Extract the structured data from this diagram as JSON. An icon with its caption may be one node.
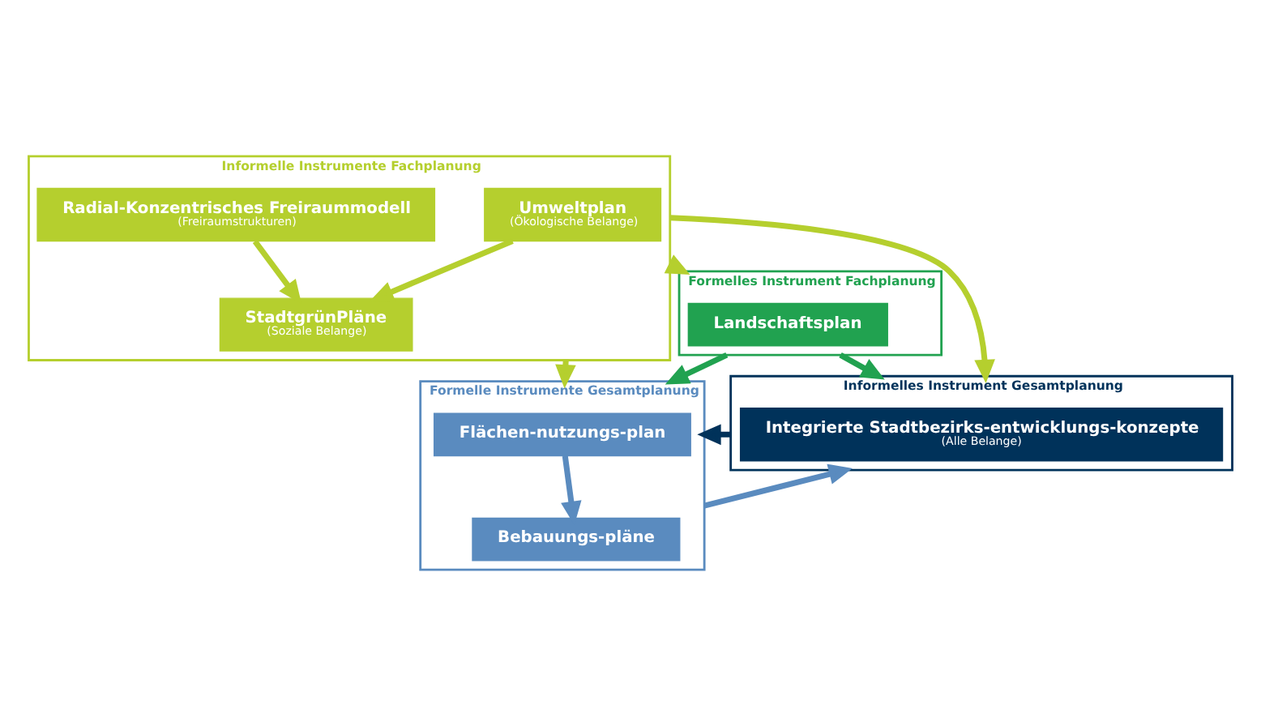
{
  "diagram": {
    "nodes": [
      {
        "text": [
          "Formelle Instrumente Gesamtplanung"
        ]
      },
      {
        "text": [
          "Flächen-nutzungs-plan"
        ],
        "in": 0
      },
      {
        "text": [
          "Bebauungs-pläne"
        ],
        "in": 0
      },
      {
        "text": [
          "Informelles Instrument Gesamtplanung"
        ]
      },
      {
        "text": [
          "Integrierte Stadtbezirks-entwicklungs-konzepte",
          "(Alle Belange)"
        ],
        "in": 3
      },
      {
        "text": [
          "Informelle Instrumente Fachplanung"
        ]
      },
      {
        "text": [
          "Radial-Konzentrisches Freiraummodell",
          "(Freiraumstrukturen)"
        ],
        "in": 5
      },
      {
        "text": [
          "StadtgrünPläne",
          "(Soziale Belange)"
        ],
        "in": 5
      },
      {
        "text": [
          "Umweltplan",
          "(Ökologische Belange)"
        ],
        "in": 5
      },
      {
        "text": [
          "Formelles Instrument Fachplanung"
        ]
      },
      {
        "text": [
          "Landschaftsplan"
        ],
        "in": 9
      }
    ],
    "edges": [
      {
        "from": 0,
        "to": 3,
        "arrow": "to",
        "color": "#5a8bbf"
      },
      {
        "from": 3,
        "to": 0,
        "arrow": "to",
        "color": "#00325a"
      },
      {
        "from": 5,
        "to": 3,
        "arrow": "to"
      },
      {
        "from": 1,
        "to": 2,
        "arrow": "to",
        "color": "#5a8bbf"
      },
      {
        "from": 6,
        "to": 7,
        "arrow": "to"
      },
      {
        "from": 8,
        "to": 7,
        "arrow": "to"
      },
      {
        "from": 5,
        "to": 0,
        "arrow": "to"
      },
      {
        "from": 9,
        "to": 3,
        "arrow": "to",
        "color": "#21a250"
      },
      {
        "from": 9,
        "to": 0,
        "arrow": "to",
        "color": "#21a250"
      },
      {
        "from": 5,
        "to": 9,
        "arrow": "to"
      }
    ]
  }
}
